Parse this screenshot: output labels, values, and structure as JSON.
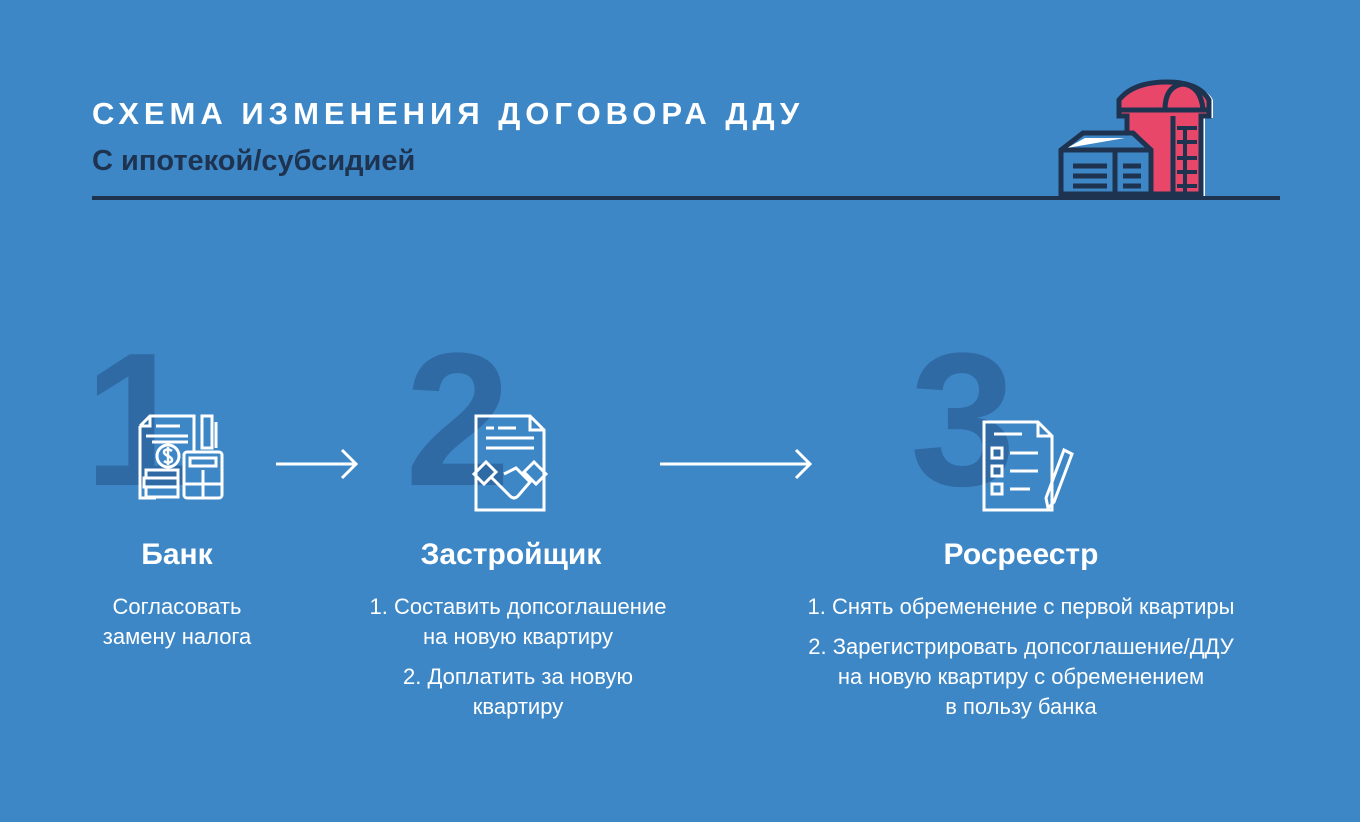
{
  "header": {
    "title": "СХЕМА ИЗМЕНЕНИЯ ДОГОВОРА ДДУ",
    "subtitle": "С ипотекой/субсидией"
  },
  "colors": {
    "background": "#3d87c7",
    "dark": "#1e3350",
    "accent": "#e8476a"
  },
  "steps": [
    {
      "number": "1",
      "title": "Банк",
      "icon": "money-calculator-icon",
      "items": [
        "Согласовать",
        "замену налога"
      ]
    },
    {
      "number": "2",
      "title": "Застройщик",
      "icon": "handshake-document-icon",
      "items": [
        "1. Составить допсоглашение",
        "на новую квартиру",
        "2. Доплатить за новую",
        "квартиру"
      ]
    },
    {
      "number": "3",
      "title": "Росреестр",
      "icon": "checklist-document-icon",
      "items": [
        "1. Снять обременение с первой квартиры",
        "2. Зарегистрировать допсоглашение/ДДУ",
        "на новую квартиру с обременением",
        "в пользу банка"
      ]
    }
  ]
}
